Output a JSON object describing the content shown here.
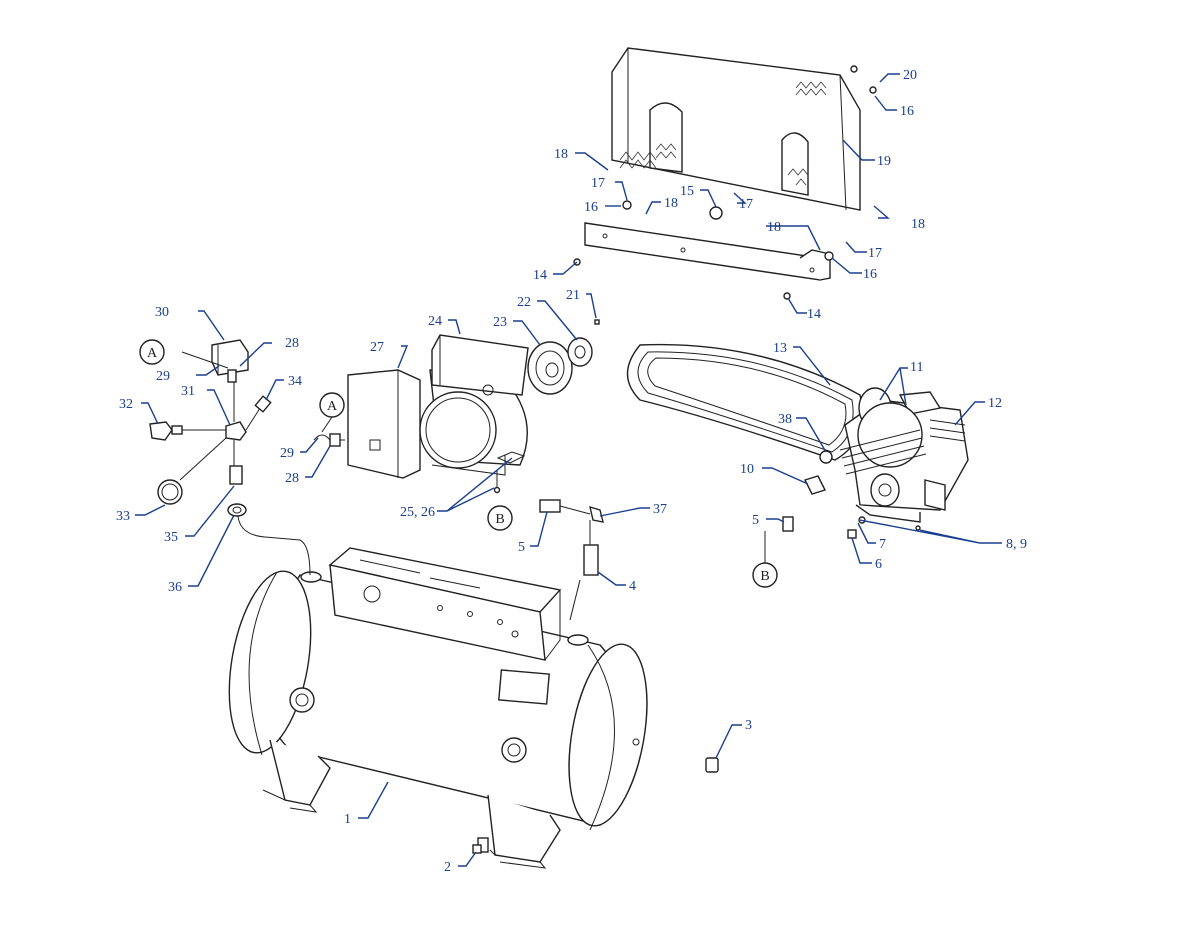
{
  "labels": {
    "p1": "1",
    "p2": "2",
    "p3": "3",
    "p4": "4",
    "p5a": "5",
    "p5b": "5",
    "p6": "6",
    "p7": "7",
    "p89": "8, 9",
    "p10": "10",
    "p11": "11",
    "p12": "12",
    "p13": "13",
    "p14a": "14",
    "p14b": "14",
    "p15": "15",
    "p16a": "16",
    "p16b": "16",
    "p16c": "16",
    "p17a": "17",
    "p17b": "17",
    "p17c": "17",
    "p18a": "18",
    "p18b": "18",
    "p18c": "18",
    "p18d": "18",
    "p19": "19",
    "p20": "20",
    "p21": "21",
    "p22": "22",
    "p23": "23",
    "p24": "24",
    "p2526": "25, 26",
    "p27": "27",
    "p28a": "28",
    "p28b": "28",
    "p29a": "29",
    "p29b": "29",
    "p30": "30",
    "p31": "31",
    "p32": "32",
    "p33": "33",
    "p34": "34",
    "p35": "35",
    "p36": "36",
    "p37": "37",
    "p38": "38"
  },
  "connectors": {
    "a1": "A",
    "a2": "A",
    "b1": "B",
    "b2": "B"
  },
  "colors": {
    "label": "#1a3f8f",
    "line": "#222222"
  }
}
